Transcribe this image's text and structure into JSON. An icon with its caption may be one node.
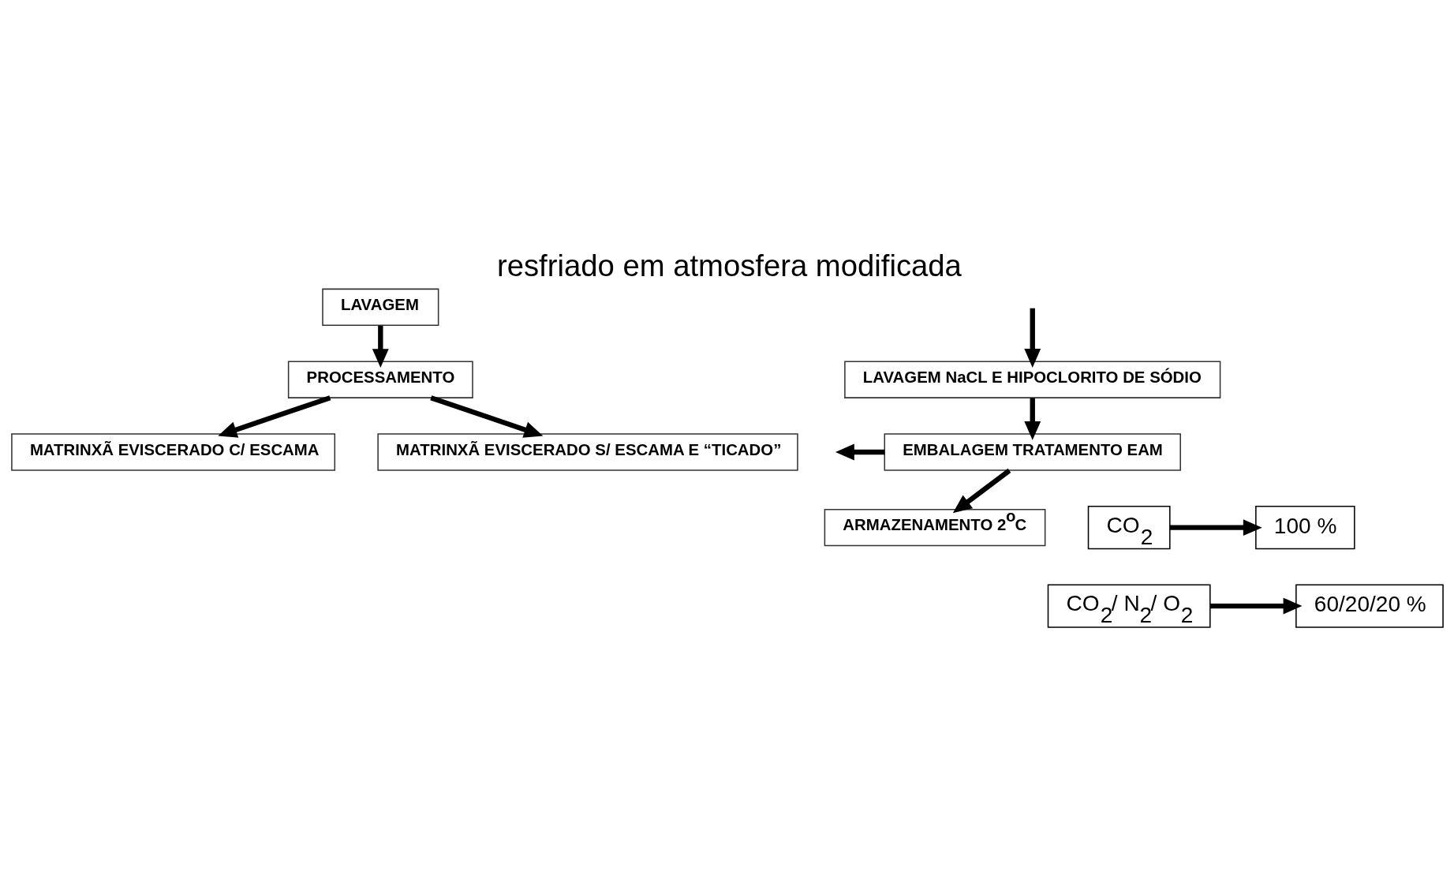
{
  "diagram": {
    "title": "resfriado em atmosfera modificada",
    "nodes": [
      {
        "text": [
          "LAVAGEM"
        ]
      },
      {
        "text": [
          "PROCESSAMENTO"
        ]
      },
      {
        "text": [
          "MATRINXÃ EVISCERADO C/ ESCAMA"
        ]
      },
      {
        "text": [
          "MATRINXÃ EVISCERADO S/ ESCAMA E “TICADO”"
        ]
      },
      {
        "text": [
          "LAVAGEM NaCL E HIPOCLORITO DE SÓDIO"
        ]
      },
      {
        "text": [
          "EMBALAGEM TRATAMENTO EAM"
        ]
      },
      {
        "text": [
          "ARMAZENAMENTO 2$^{o}$C"
        ]
      },
      {
        "text": [
          "CO$_{2}$"
        ]
      },
      {
        "text": [
          "100 %"
        ]
      },
      {
        "text": [
          "CO$_{2}$/ N$_{2}$/ O$_{2}$"
        ]
      },
      {
        "text": [
          "60/20/20 %"
        ]
      }
    ],
    "edges": [
      {
        "from": 0,
        "to": 1,
        "arrow": "to"
      },
      {
        "from": 1,
        "to": 2,
        "arrow": "to"
      },
      {
        "from": 1,
        "to": 3,
        "arrow": "to"
      },
      {
        "from": null,
        "to": 4,
        "arrow": "to"
      },
      {
        "from": 4,
        "to": 5,
        "arrow": "to"
      },
      {
        "from": 5,
        "to": 6,
        "arrow": "to"
      },
      {
        "from": 5,
        "to": null,
        "arrow": "to"
      },
      {
        "from": 7,
        "to": 8,
        "arrow": "to"
      },
      {
        "from": 9,
        "to": 10,
        "arrow": "to"
      }
    ]
  }
}
